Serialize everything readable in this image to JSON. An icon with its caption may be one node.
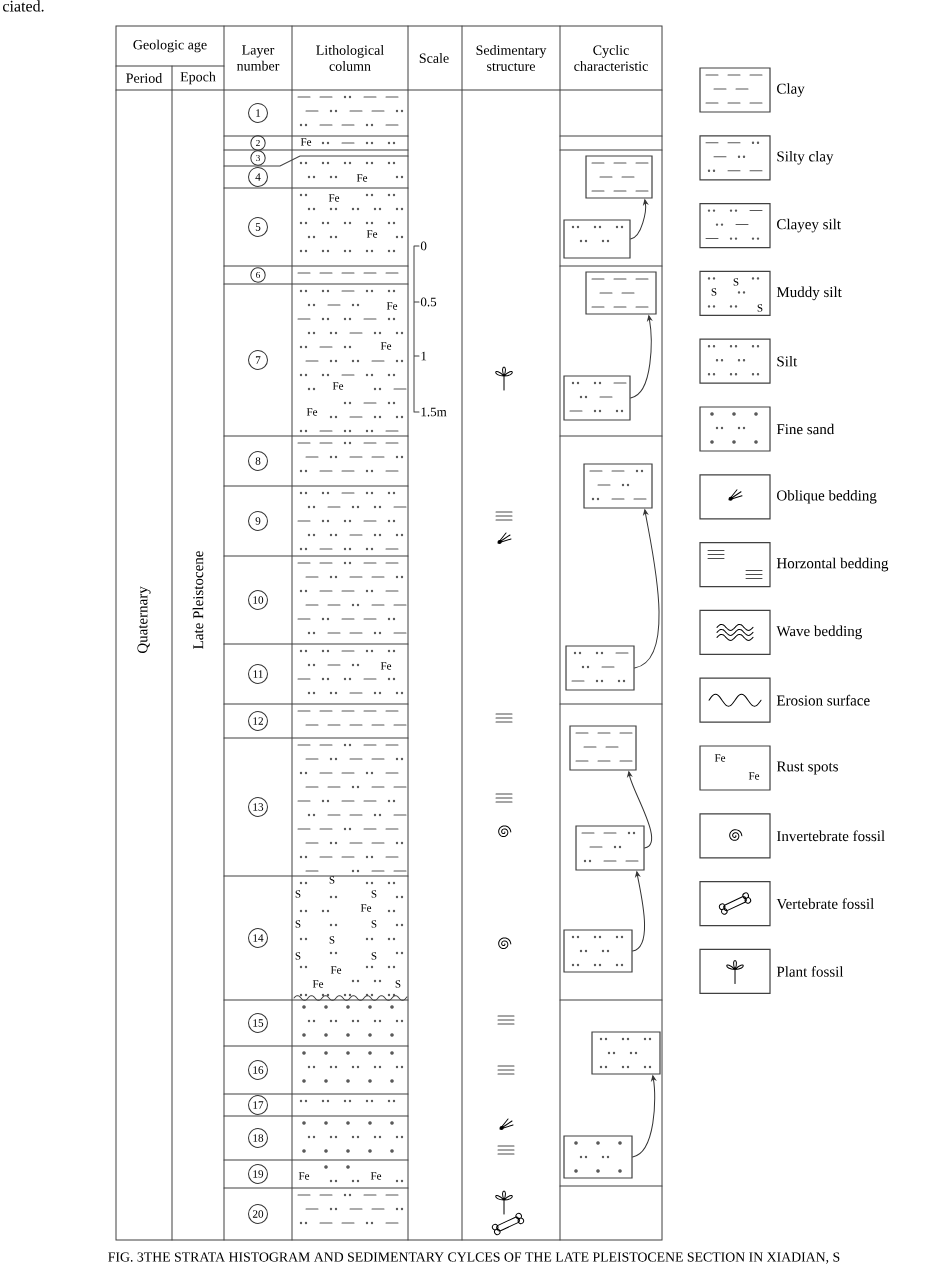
{
  "diagram": {
    "caption": "FIG. 3THE STRATA HISTOGRAM AND SEDIMENTARY CYLCES OF THE LATE PLEISTOCENE SECTION IN XIADIAN, S",
    "nodes": [
      {
        "text": [
          "1"
        ]
      },
      {
        "text": [
          "2"
        ]
      },
      {
        "text": [
          "3"
        ]
      },
      {
        "text": [
          "4"
        ]
      },
      {
        "text": [
          "5"
        ]
      },
      {
        "text": [
          "6"
        ]
      },
      {
        "text": [
          "7"
        ]
      },
      {
        "text": [
          "8"
        ]
      },
      {
        "text": [
          "9"
        ]
      },
      {
        "text": [
          "10"
        ]
      },
      {
        "text": [
          "11"
        ]
      },
      {
        "text": [
          "12"
        ]
      },
      {
        "text": [
          "13"
        ]
      },
      {
        "text": [
          "14"
        ]
      },
      {
        "text": [
          "15"
        ]
      },
      {
        "text": [
          "16"
        ]
      },
      {
        "text": [
          "17"
        ]
      },
      {
        "text": [
          "18"
        ]
      },
      {
        "text": [
          "19"
        ]
      },
      {
        "text": [
          "20"
        ]
      },
      {
        "text": [],
        "shape": "box"
      },
      {
        "text": [],
        "shape": "box"
      },
      {
        "text": [],
        "shape": "box"
      },
      {
        "text": [],
        "shape": "box"
      },
      {
        "text": [],
        "shape": "box"
      },
      {
        "text": [],
        "shape": "box"
      },
      {
        "text": [],
        "shape": "box"
      },
      {
        "text": [],
        "shape": "box"
      },
      {
        "text": [],
        "shape": "box"
      },
      {
        "text": [],
        "shape": "box"
      },
      {
        "text": [],
        "shape": "box"
      }
    ],
    "edges": [
      {
        "from": 21,
        "to": 20,
        "arrow": "to"
      },
      {
        "from": 23,
        "to": 22,
        "arrow": "to"
      },
      {
        "from": 25,
        "to": 24,
        "arrow": "to"
      },
      {
        "from": 27,
        "to": 26,
        "arrow": "to"
      },
      {
        "from": 28,
        "to": 27,
        "arrow": "to"
      },
      {
        "from": 30,
        "to": 29,
        "arrow": "to"
      }
    ],
    "labels": [
      "ciated.",
      "Geologic age",
      "Layer number",
      "Lithological column",
      "Scale",
      "Sedimentary structure",
      "Cyclic characteristic",
      "Period",
      "Epoch",
      "Quaternary",
      "Late Pleistocene",
      "Fe",
      "Fe",
      "Fe",
      "Fe",
      "0",
      "Fe",
      "0.5",
      "Fe",
      "1",
      "Fe",
      "Fe",
      "1.5m",
      "Fe",
      "S",
      "S",
      "S",
      "Fe",
      "S",
      "S",
      "S",
      "S",
      "S",
      "Fe",
      "Fe",
      "S",
      "Fe",
      "Fe",
      "S",
      "S",
      "S",
      "Fe",
      "Fe"
    ],
    "legend": [
      {
        "text": "Clay"
      },
      {
        "text": "Silty clay"
      },
      {
        "text": "Clayey silt"
      },
      {
        "text": "Muddy silt"
      },
      {
        "text": "Silt"
      },
      {
        "text": "Fine sand"
      },
      {
        "text": "Oblique bedding"
      },
      {
        "text": "Horzontal bedding"
      },
      {
        "text": "Wave bedding"
      },
      {
        "text": "Erosion surface"
      },
      {
        "text": "Rust spots"
      },
      {
        "text": "Invertebrate fossil"
      },
      {
        "text": "Vertebrate fossil"
      },
      {
        "text": "Plant fossil"
      }
    ]
  }
}
